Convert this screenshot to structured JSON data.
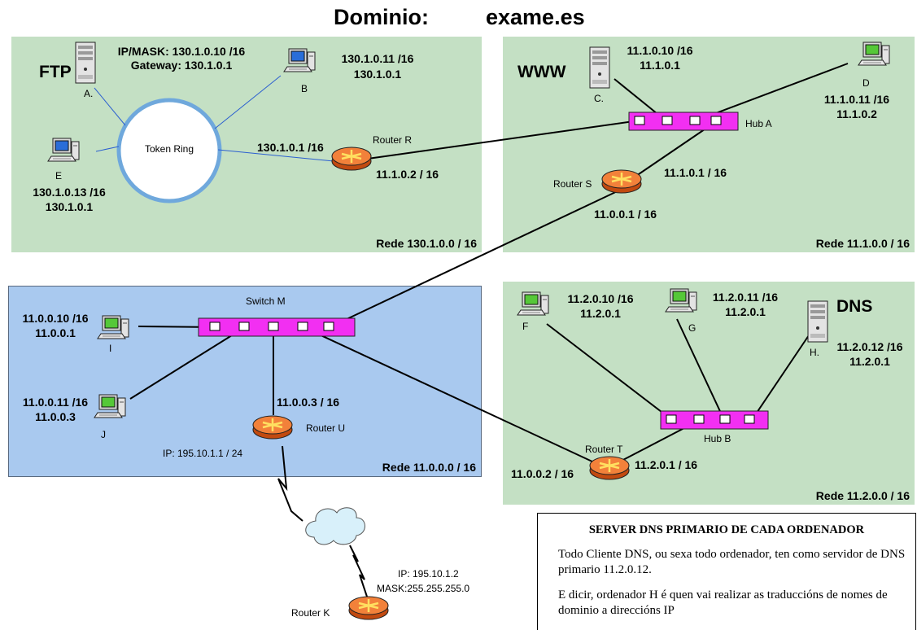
{
  "title": {
    "label": "Dominio:",
    "domain": "exame.es"
  },
  "networks": {
    "net1": "Rede 130.1.0.0 / 16",
    "net2": "Rede 11.1.0.0 / 16",
    "net3": "Rede 11.0.0.0 / 16",
    "net4": "Rede 11.2.0.0 / 16"
  },
  "devices": {
    "a": {
      "name": "A.",
      "role": "FTP",
      "ip": "IP/MASK: 130.1.0.10 /16",
      "gw": "Gateway: 130.1.0.1"
    },
    "b": {
      "name": "B",
      "ip": "130.1.0.11 /16",
      "gw": "130.1.0.1"
    },
    "e": {
      "name": "E",
      "ip": "130.1.0.13 /16",
      "gw": "130.1.0.1"
    },
    "c": {
      "name": "C.",
      "role": "WWW",
      "ip": "11.1.0.10 /16",
      "gw": "11.1.0.1"
    },
    "d": {
      "name": "D",
      "ip": "11.1.0.11 /16",
      "gw": "11.1.0.2"
    },
    "i": {
      "name": "I",
      "ip": "11.0.0.10 /16",
      "gw": "11.0.0.1"
    },
    "j": {
      "name": "J",
      "ip": "11.0.0.11 /16",
      "gw": "11.0.0.3"
    },
    "f": {
      "name": "F",
      "ip": "11.2.0.10 /16",
      "gw": "11.2.0.1"
    },
    "gpc": {
      "name": "G",
      "ip": "11.2.0.11 /16",
      "gw": "11.2.0.1"
    },
    "h": {
      "name": "H.",
      "role": "DNS",
      "ip": "11.2.0.12 /16",
      "gw": "11.2.0.1"
    }
  },
  "token_ring": "Token Ring",
  "routers": {
    "r": {
      "name": "Router R",
      "ip1": "130.1.0.1 /16",
      "ip2": "11.1.0.2 / 16"
    },
    "s": {
      "name": "Router S",
      "ip1": "11.1.0.1 / 16",
      "ip2": "11.0.0.1 / 16"
    },
    "u": {
      "name": "Router U",
      "ip1": "11.0.0.3 / 16",
      "ip2": "IP: 195.10.1.1 / 24"
    },
    "t": {
      "name": "Router T",
      "ip1": "11.0.0.2 / 16",
      "ip2": "11.2.0.1 / 16"
    },
    "k": {
      "name": "Router K",
      "ip": "IP: 195.10.1.2",
      "mask": "MASK:255.255.255.0"
    }
  },
  "hubs": {
    "a": "Hub A",
    "b": "Hub B",
    "switch_m": "Switch M"
  },
  "note": {
    "heading": "SERVER DNS PRIMARIO DE CADA ORDENADOR",
    "p1": "Todo Cliente DNS, ou sexa todo ordenador, ten como servidor de DNS primario 11.2.0.12.",
    "p2": "E dicir, ordenador H é quen vai realizar as traduccións de nomes de dominio a direccións IP"
  }
}
